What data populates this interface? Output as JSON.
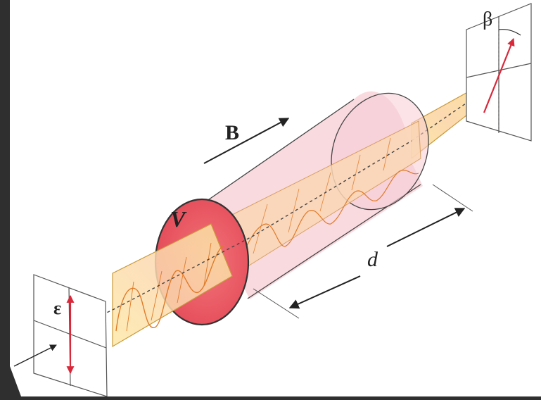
{
  "labels": {
    "field": "B",
    "verdet": "V",
    "length": "d",
    "rotation": "β",
    "efield": "ε"
  },
  "colors": {
    "frame": "#2f2f2f",
    "background": "#ffffff",
    "cylinder": "#f6c9d3",
    "cylinder_end": "#e8505a",
    "ribbon": "#fbe7a8",
    "wave": "#e07a28",
    "polarization": "#d8283a",
    "ink": "#222222"
  }
}
